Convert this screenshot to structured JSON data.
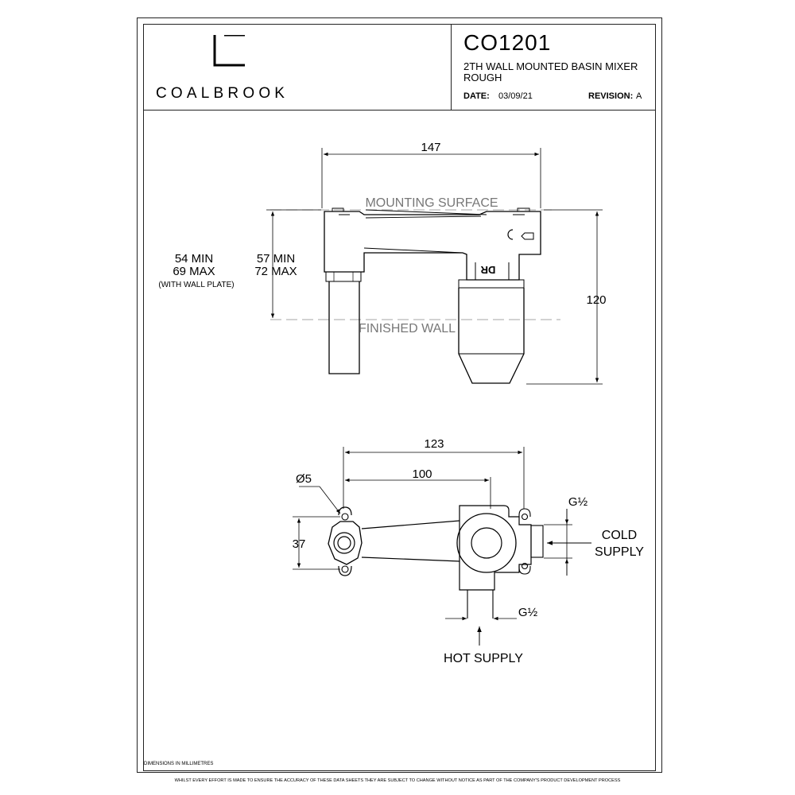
{
  "header": {
    "brand": "COALBROOK",
    "product_code": "CO1201",
    "product_name": "2TH WALL MOUNTED BASIN MIXER ROUGH",
    "date_label": "DATE:",
    "date_value": "03/09/21",
    "revision_label": "REVISION:",
    "revision_value": "A"
  },
  "side_view": {
    "width_dim": "147",
    "height_dim": "120",
    "mounting_surface": "MOUNTING SURFACE",
    "finished_wall": "FINISHED WALL",
    "depth_wall_plate": [
      "54 MIN",
      "69 MAX",
      "(WITH WALL PLATE)"
    ],
    "depth": [
      "57 MIN",
      "72 MAX"
    ],
    "body_marking": "DR"
  },
  "top_view": {
    "overall_dim": "123",
    "centre_dim": "100",
    "hole_dim": "Ø5",
    "height_dim": "37",
    "cold_thread": "G½",
    "hot_thread": "G½",
    "cold_label": [
      "COLD",
      "SUPPLY"
    ],
    "hot_label": "HOT SUPPLY"
  },
  "footer": {
    "units_note": "DIMENSIONS IN  MILLIMETRES",
    "disclaimer": "WHILST EVERY EFFORT IS MADE TO ENSURE THE ACCURACY OF THESE DATA SHEETS THEY ARE SUBJECT TO CHANGE WITHOUT NOTICE AS PART OF THE COMPANY'S PRODUCT DEVELOPMENT PROCESS"
  }
}
